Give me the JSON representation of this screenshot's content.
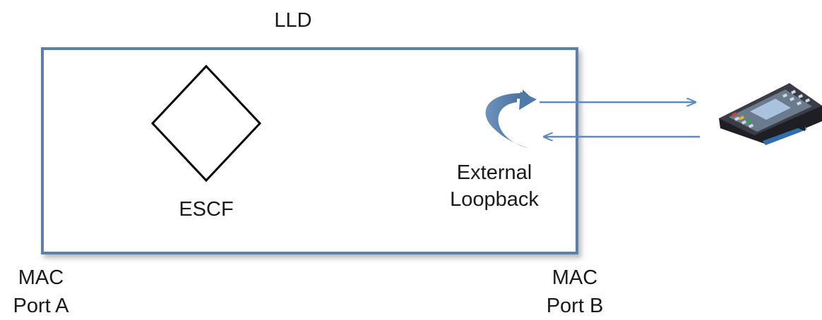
{
  "diagram": {
    "title": "LLD",
    "function_label": "ESCF",
    "loopback_label": [
      "External",
      "Loopback"
    ],
    "port_a": [
      "MAC",
      "Port A"
    ],
    "port_b": [
      "MAC",
      "Port B"
    ]
  },
  "colors": {
    "box_border": "#5f7fa6",
    "arrow": "#5b8ac4",
    "loopback_arrow": "#4f79a8",
    "diamond": "#000000"
  },
  "icons": {
    "function": "diamond-icon",
    "loopback": "curved-arrow-icon",
    "tester": "test-device-icon"
  }
}
